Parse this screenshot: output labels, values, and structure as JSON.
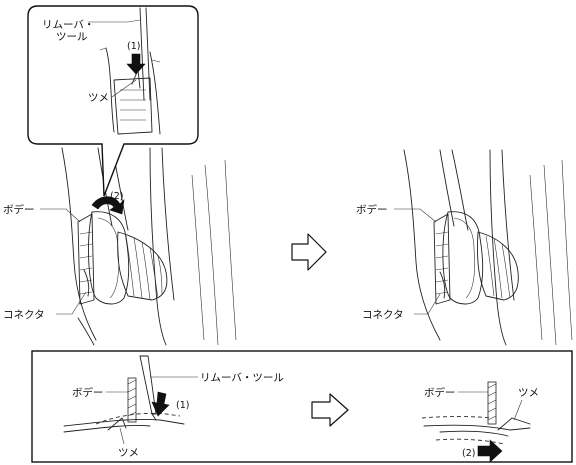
{
  "labels": {
    "remover_tool_inset_line1": "リムーバ・",
    "remover_tool_inset_line2": "ツール",
    "step1_inset": "(1)",
    "claw_inset": "ツメ",
    "step2": "(2)",
    "body_left": "ボデー",
    "connector_left": "コネクタ",
    "body_right": "ボデー",
    "connector_right": "コネクタ",
    "remover_tool_bottom": "リムーバ・ツール",
    "body_bottom_left": "ボデー",
    "step1_bottom": "(1)",
    "claw_bottom_left": "ツメ",
    "body_bottom_right": "ボデー",
    "claw_bottom_right": "ツメ",
    "step2_bottom": "(2)"
  },
  "icons": {
    "arrow_between_views": "hollow-right-arrow-icon",
    "arrow_bottom_panel": "hollow-right-arrow-icon",
    "push_down_arrow": "black-down-arrow-icon",
    "rotate_arrow": "curved-arrow-icon",
    "slide_arrow": "black-right-arrow-icon"
  }
}
